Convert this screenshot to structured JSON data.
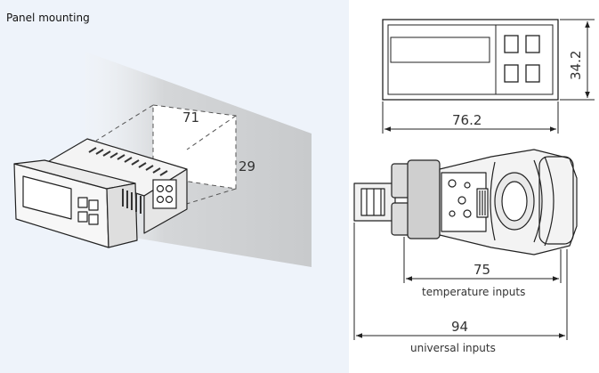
{
  "section_title": "Panel mounting",
  "cutout": {
    "width_label": "71",
    "height_label": "29"
  },
  "front_view": {
    "width_label": "76.2",
    "height_label": "34.2"
  },
  "side_view": {
    "temp_depth_label": "75",
    "temp_caption": "temperature inputs",
    "univ_depth_label": "94",
    "univ_caption": "universal inputs"
  },
  "colors": {
    "panel_background": "#eef3fa",
    "wall_shade": "#d2d4d6",
    "line": "#222222"
  }
}
